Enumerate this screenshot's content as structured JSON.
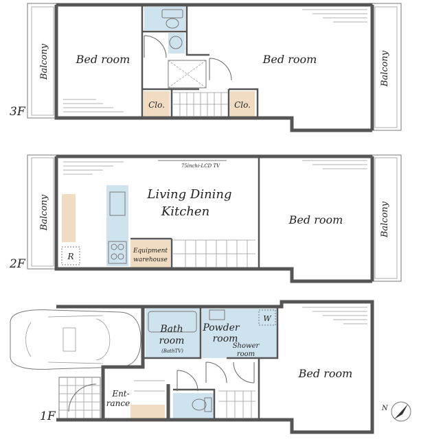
{
  "floors": {
    "third": {
      "label": "3F",
      "rooms": {
        "bedroom_left": "Bed room",
        "bedroom_right": "Bed room",
        "balcony_left": "Balcony",
        "balcony_right": "Balcony",
        "closet_left": "Clo.",
        "closet_right": "Clo."
      }
    },
    "second": {
      "label": "2F",
      "rooms": {
        "ldk_line1": "Living Dining",
        "ldk_line2": "Kitchen",
        "tv_note": "75inchi-LCD TV",
        "bedroom": "Bed room",
        "balcony_left": "Balcony",
        "balcony_right": "Balcony",
        "refrigerator": "R",
        "equipment_line1": "Equipment",
        "equipment_line2": "warehouse"
      }
    },
    "first": {
      "label": "1F",
      "rooms": {
        "bath_line1": "Bath",
        "bath_line2": "room",
        "bath_note": "(BathTV)",
        "powder_line1": "Powder",
        "powder_line2": "room",
        "shower_line1": "Shower",
        "shower_line2": "room",
        "washer": "W",
        "bedroom": "Bed room",
        "entrance_line1": "Ent-",
        "entrance_line2": "rance"
      }
    }
  },
  "compass": {
    "label": "N"
  },
  "colors": {
    "wall": "#555555",
    "wet_area": "#cfe3ef",
    "storage": "#f1dcc2",
    "background": "#ffffff"
  }
}
